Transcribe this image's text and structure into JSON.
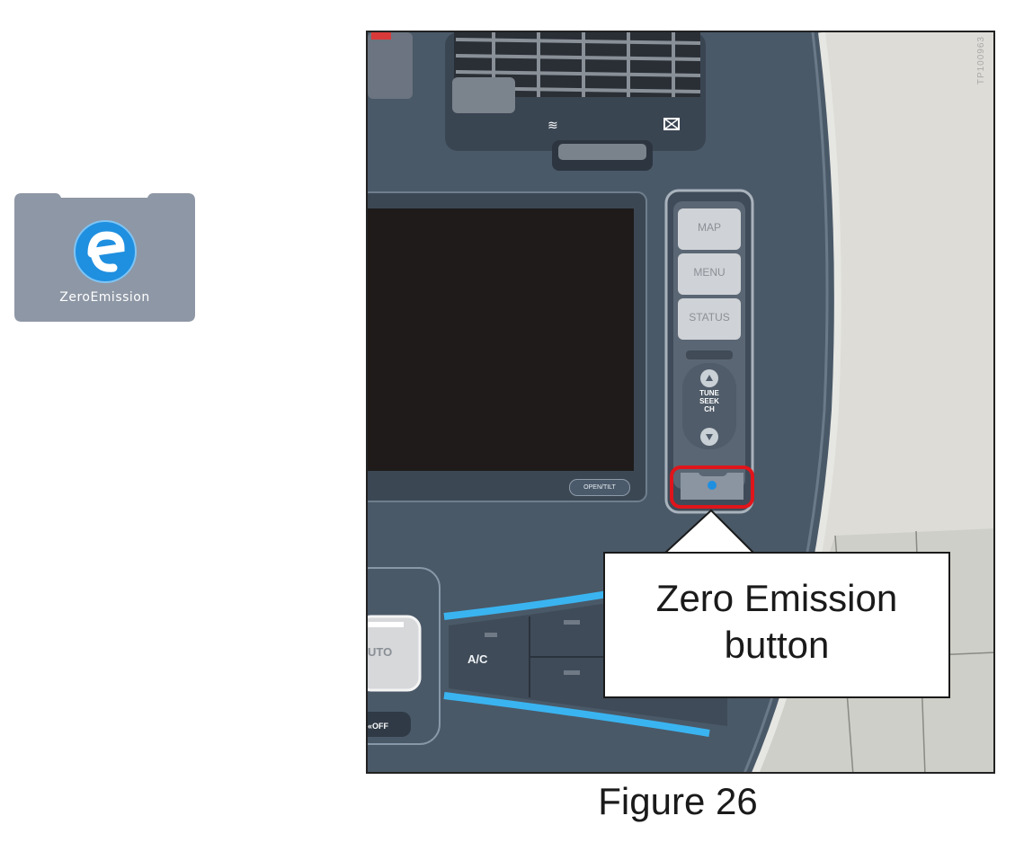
{
  "icon": {
    "name": "zero-emission-icon",
    "label": "ZeroEmission",
    "background": "#8e97a5",
    "symbol_color": "#1f8fe0"
  },
  "figure": {
    "id_text": "TP100963",
    "buttons": {
      "map": "MAP",
      "menu": "MENU",
      "status": "STATUS",
      "tune": [
        "TUNE",
        "SEEK",
        "CH"
      ],
      "open_tilt": "OPEN/TILT",
      "auto": "UTO",
      "ac": "A/C",
      "off": "«OFF"
    },
    "highlight_color": "#e0151b",
    "accent_color": "#3ab4f0"
  },
  "callout": {
    "line1": "Zero Emission",
    "line2": "button"
  },
  "caption": "Figure 26"
}
